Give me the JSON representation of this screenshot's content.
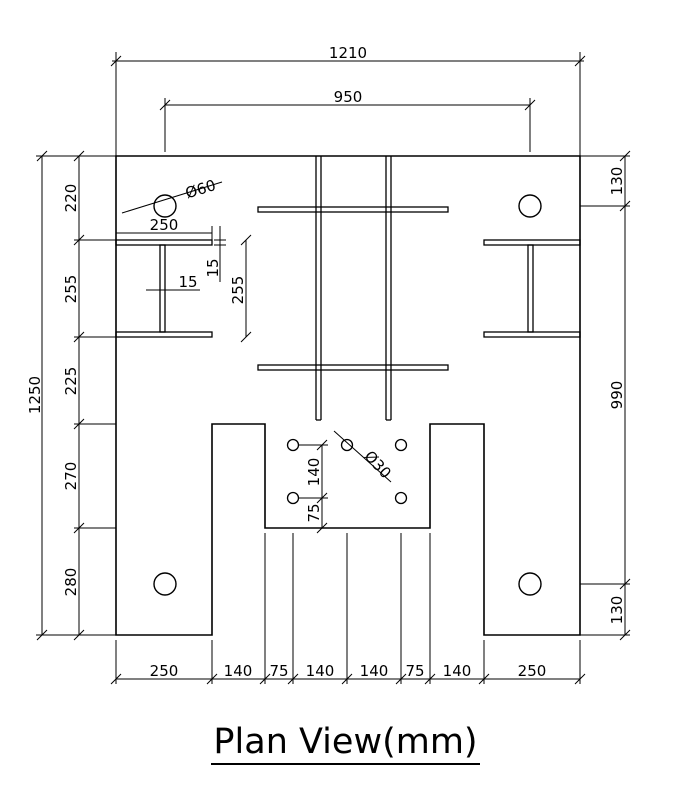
{
  "title": "Plan View(mm)",
  "dimensions": {
    "overall_width": "1210",
    "bolt_spacing_x": "950",
    "overall_height": "1250",
    "left_heights": [
      "220",
      "255",
      "225",
      "270",
      "280"
    ],
    "right_edge_top": "130",
    "right_span": "990",
    "right_edge_bottom": "130",
    "bottom_widths": [
      "250",
      "140",
      "75",
      "140",
      "140",
      "75",
      "140",
      "250"
    ],
    "slot_length": "250",
    "slot_thickness": "15",
    "web_thickness": "15",
    "slot_height": "255",
    "large_hole_dia": "Ø60",
    "small_hole_dia": "Ø30",
    "small_hole_spacing": "140",
    "small_hole_edge": "75"
  }
}
